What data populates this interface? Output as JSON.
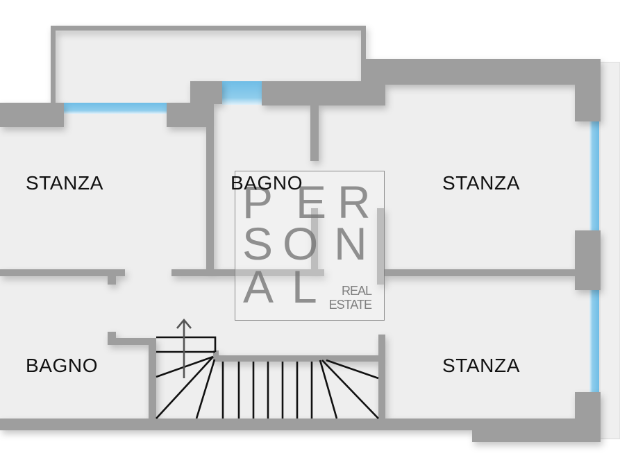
{
  "colors": {
    "wall": "#9e9e9e",
    "floor": "#eeeeee",
    "window": "#7cc3e8",
    "stair_lines": "#111111",
    "arrow": "#555555"
  },
  "rooms": [
    {
      "label": "STANZA",
      "position": "top-left"
    },
    {
      "label": "BAGNO",
      "position": "top-center"
    },
    {
      "label": "STANZA",
      "position": "top-right"
    },
    {
      "label": "BAGNO",
      "position": "bottom-left"
    },
    {
      "label": "STANZA",
      "position": "bottom-right"
    }
  ],
  "logo": {
    "letters": [
      "P",
      "E",
      "R",
      "S",
      "O",
      "N",
      "A",
      "L"
    ],
    "real": "REAL",
    "estate": "ESTATE"
  },
  "stairs": {
    "direction_icon": "arrow-up-icon"
  }
}
